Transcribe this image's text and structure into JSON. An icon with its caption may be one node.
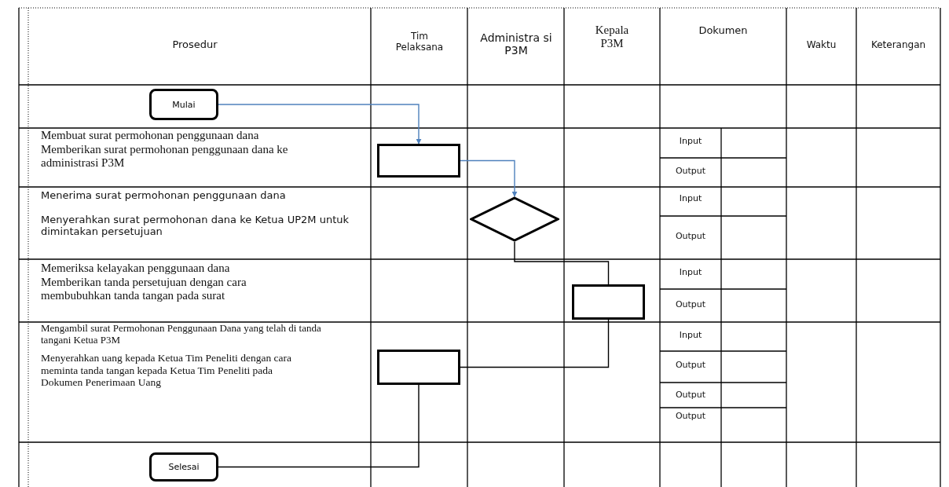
{
  "diagram": {
    "nodes": [
      {
        "text": [
          "Mulai"
        ]
      },
      {
        "text": [],
        "shape": "box"
      },
      {
        "text": [],
        "shape": "diamond"
      },
      {
        "text": [],
        "shape": "box"
      },
      {
        "text": [],
        "shape": "box"
      },
      {
        "text": [
          "Selesai"
        ]
      }
    ],
    "edges": [
      {
        "from": 0,
        "to": 1,
        "arrow": "to",
        "color": "#4f81bd"
      },
      {
        "from": 1,
        "to": 2,
        "arrow": "to",
        "color": "#4f81bd"
      },
      {
        "from": 2,
        "to": 3,
        "arrow": "none"
      },
      {
        "from": 3,
        "to": 4,
        "arrow": "none"
      },
      {
        "from": 4,
        "to": 5,
        "arrow": "none"
      }
    ],
    "labels": [
      "Prosedur",
      "Tim Pelaksana",
      "Administra si P3M",
      "Kepala P3M",
      "Dokumen",
      "Waktu",
      "Keterangan",
      "Membuat surat permohonan penggunaan dana",
      "Memberikan surat permohonan penggunaan dana ke administrasi P3M",
      "Menerima surat permohonan penggunaan dana",
      "Menyerahkan surat permohonan dana ke Ketua UP2M untuk dimintakan persetujuan",
      "Memeriksa kelayakan penggunaan dana",
      "Memberikan tanda persetujuan dengan cara membubuhkan tanda tangan pada surat",
      "Mengambil surat Permohonan Penggunaan Dana yang telah di tanda tangani Ketua P3M",
      "Menyerahkan uang kepada Ketua Tim Peneliti dengan cara meminta tanda tangan kepada Ketua Tim Peneliti pada Dokumen Penerimaan Uang",
      "Input",
      "Output",
      "Input",
      "Output",
      "Input",
      "Output",
      "Input",
      "Output",
      "Output",
      "Output"
    ]
  }
}
